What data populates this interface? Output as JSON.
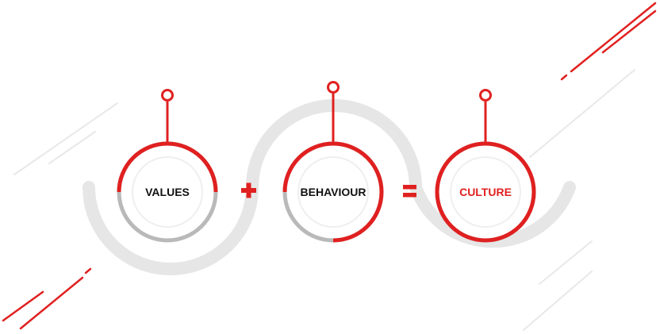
{
  "colors": {
    "accent": "#e02020",
    "track": "#e6e6e6",
    "ring_gray": "#b9b9b9",
    "label_dark": "#111111",
    "deco_light": "#e8e8e8"
  },
  "nodes": [
    {
      "label": "VALUES",
      "red_fraction": 0.5,
      "label_color": "#111111"
    },
    {
      "label": "BEHAVIOUR",
      "red_fraction": 0.75,
      "label_color": "#111111"
    },
    {
      "label": "CULTURE",
      "red_fraction": 1.0,
      "label_color": "#e02020"
    }
  ],
  "operators": [
    {
      "symbol": "plus-sign"
    },
    {
      "symbol": "equals-sign"
    }
  ]
}
